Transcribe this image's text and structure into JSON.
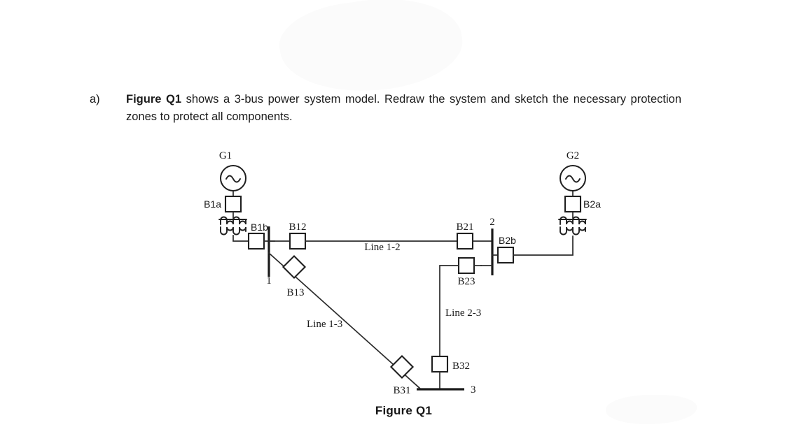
{
  "page": {
    "background": "#ffffff",
    "line_color": "#2b2b2b"
  },
  "question": {
    "marker": "a)",
    "text_prefix": "Figure Q1",
    "text_rest": " shows a 3-bus power system model. Redraw the system and sketch the necessary protection zones to protect all components."
  },
  "figure": {
    "caption": "Figure Q1"
  },
  "diagram": {
    "generators": [
      {
        "id": "g1",
        "label": "G1"
      },
      {
        "id": "g2",
        "label": "G2"
      }
    ],
    "transformers": [
      {
        "id": "t1",
        "label": ""
      },
      {
        "id": "t2",
        "label": ""
      }
    ],
    "buses": [
      {
        "id": "bus1",
        "label": "1",
        "orientation": "vertical"
      },
      {
        "id": "bus2",
        "label": "2",
        "orientation": "vertical"
      },
      {
        "id": "bus3",
        "label": "3",
        "orientation": "horizontal"
      }
    ],
    "breakers": [
      {
        "id": "b1a",
        "label": "B1a",
        "shape": "square"
      },
      {
        "id": "b1b",
        "label": "B1b",
        "shape": "square"
      },
      {
        "id": "b12",
        "label": "B12",
        "shape": "square"
      },
      {
        "id": "b13",
        "label": "B13",
        "shape": "diamond"
      },
      {
        "id": "b21",
        "label": "B21",
        "shape": "square"
      },
      {
        "id": "b23",
        "label": "B23",
        "shape": "square"
      },
      {
        "id": "b2a",
        "label": "B2a",
        "shape": "square"
      },
      {
        "id": "b2b",
        "label": "B2b",
        "shape": "square"
      },
      {
        "id": "b31",
        "label": "B31",
        "shape": "diamond"
      },
      {
        "id": "b32",
        "label": "B32",
        "shape": "square"
      }
    ],
    "lines": [
      {
        "id": "line12",
        "label": "Line 1-2"
      },
      {
        "id": "line13",
        "label": "Line 1-3"
      },
      {
        "id": "line23",
        "label": "Line 2-3"
      }
    ]
  }
}
